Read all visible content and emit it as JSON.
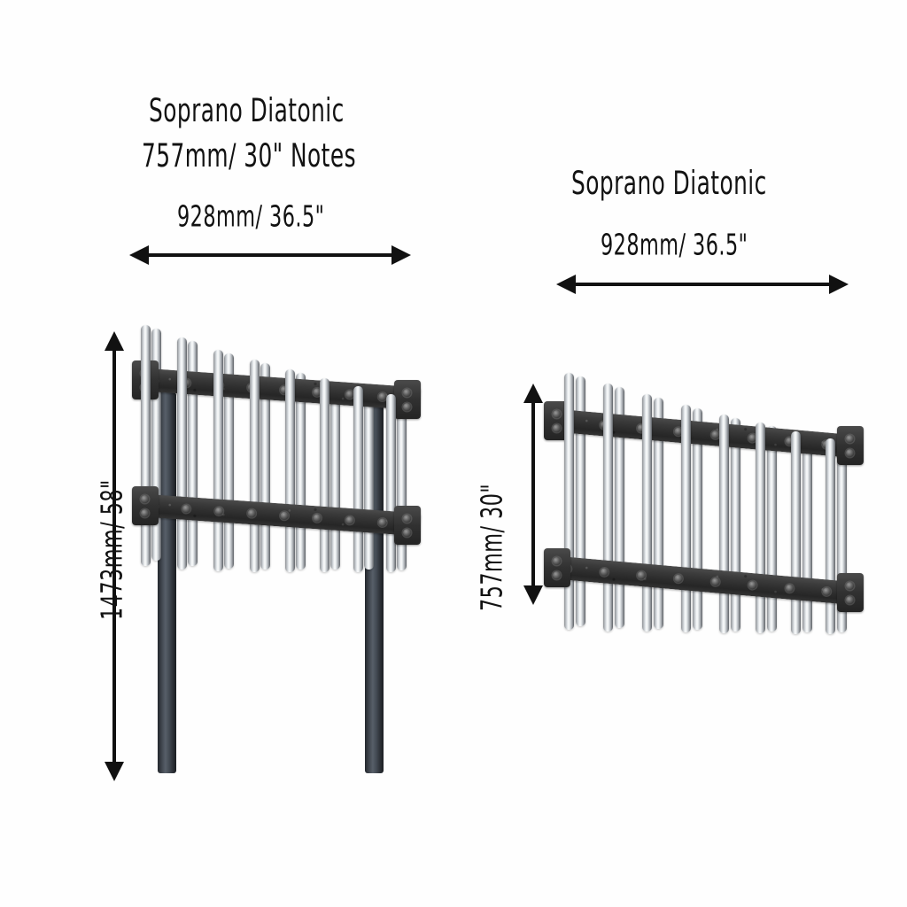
{
  "page": {
    "background_color": "#fefefe",
    "ink_color": "#121212"
  },
  "units": [
    {
      "id": "floor-standing",
      "title": "Soprano Diatonic",
      "subtitle": "757mm/ 30\" Notes",
      "width_label": "928mm/ 36.5\"",
      "height_label": "1473mm/ 58\"",
      "mount": "floor-standing",
      "tube_pairs": 8,
      "rails": 2,
      "posts": 2,
      "tube_color": "#d8dcdf",
      "rail_color": "#303030",
      "post_color": "#3c424a"
    },
    {
      "id": "wall-mounted",
      "title": "Soprano Diatonic",
      "subtitle": "",
      "width_label": "928mm/ 36.5\"",
      "height_label": "757mm/ 30\"",
      "mount": "wall-mounted",
      "tube_pairs": 8,
      "rails": 2,
      "posts": 0,
      "tube_color": "#d8dcdf",
      "rail_color": "#303030"
    }
  ],
  "dimensions": {
    "left_width_arrow": "horizontal-double-arrow",
    "left_height_arrow": "vertical-double-arrow",
    "right_width_arrow": "horizontal-double-arrow",
    "right_height_arrow": "vertical-double-arrow"
  }
}
